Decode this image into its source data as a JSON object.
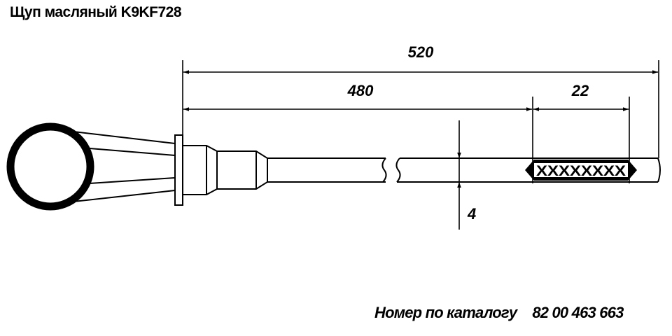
{
  "title": "Щуп масляный K9KF728",
  "catalog": {
    "label": "Номер по каталогу",
    "number": "82 00 463 663"
  },
  "dimensions": {
    "overall": "520",
    "to_marks": "480",
    "marks_zone": "22",
    "diameter": "4"
  },
  "marks": "XXXXXXXX"
}
